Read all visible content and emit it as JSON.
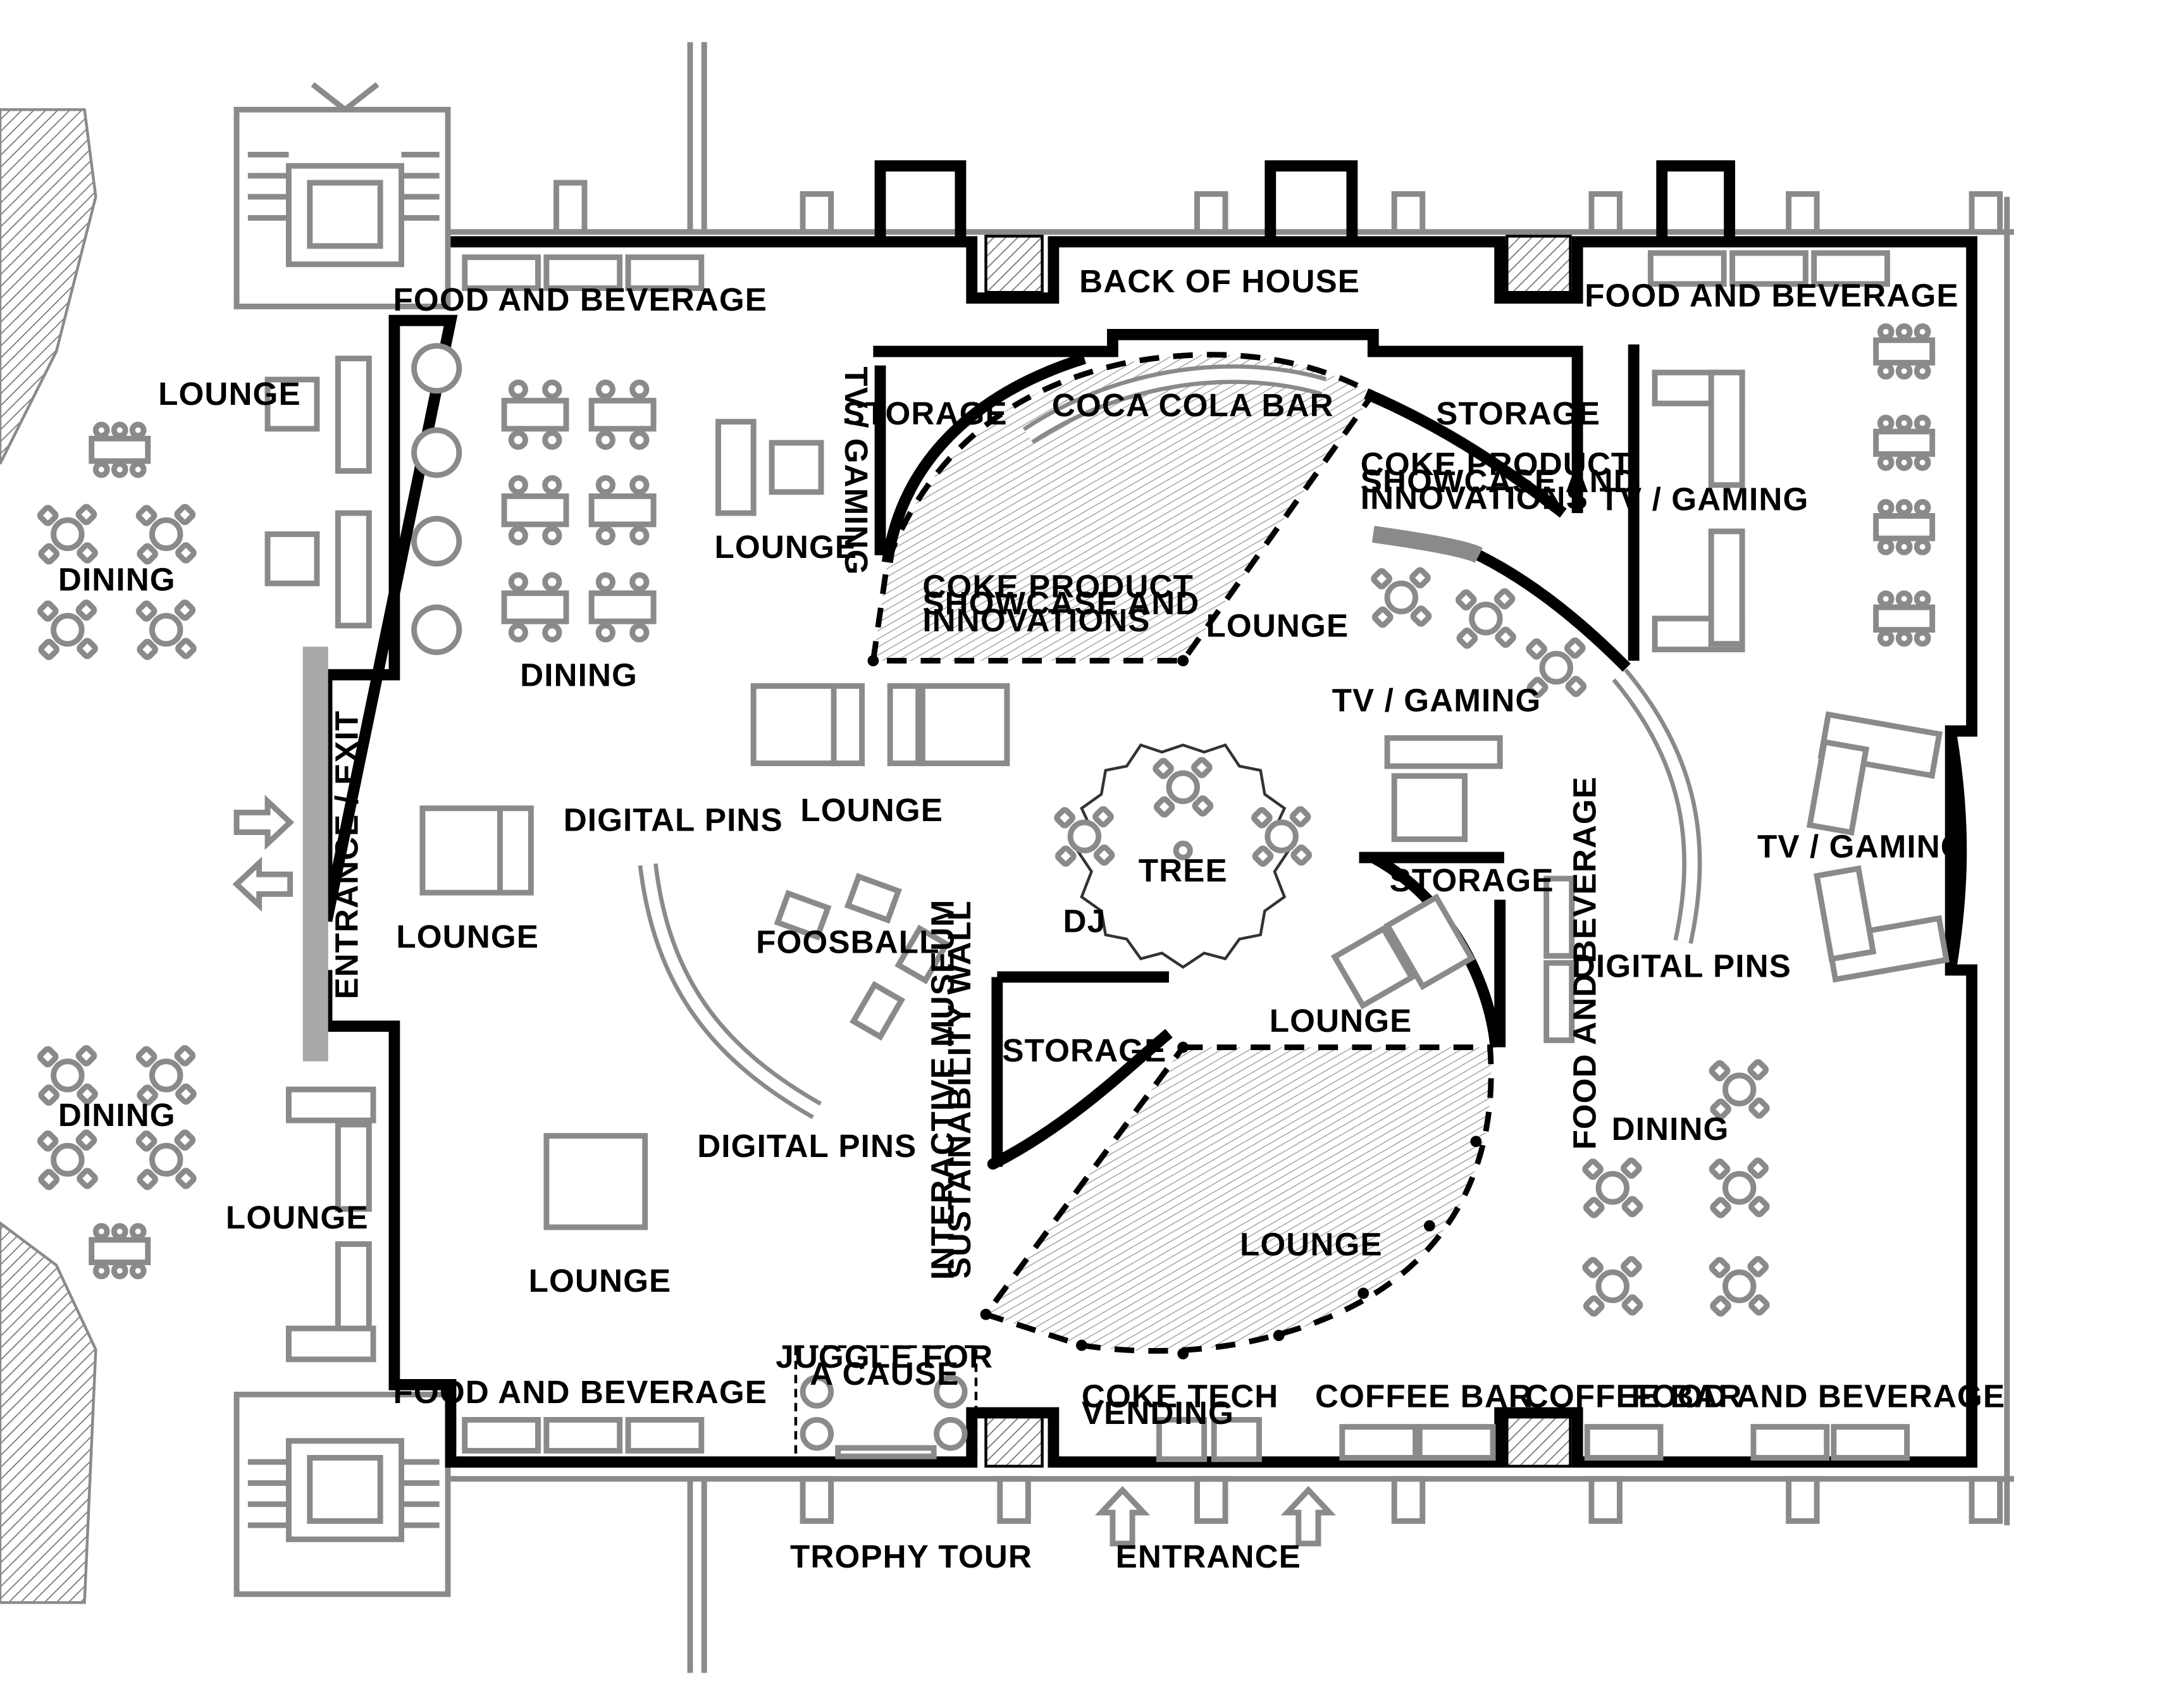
{
  "labels": {
    "back_of_house": "BACK OF HOUSE",
    "fb_top_left": "FOOD AND BEVERAGE",
    "fb_top_right": "FOOD AND BEVERAGE",
    "fb_bottom_left": "FOOD AND BEVERAGE",
    "fb_bottom_right": "FOOD AND BEVERAGE",
    "fb_right_vertical": "FOOD AND BEVERAGE",
    "lounge_outside": "LOUNGE",
    "dining_outside_top": "DINING",
    "dining_outside_bottom": "DINING",
    "lounge_top_mid": "LOUNGE",
    "tv_gaming_top_left": "TV / GAMING",
    "storage_top_left": "STORAGE",
    "coca_cola_bar": "COCA COLA BAR",
    "storage_top_right": "STORAGE",
    "coke_showcase_right_1": "COKE PRODUCT",
    "coke_showcase_right_2": "SHOWCASE AND",
    "coke_showcase_right_3": "INNOVATIONS",
    "coke_showcase_left_1": "COKE PRODUCT",
    "coke_showcase_left_2": "SHOWCASE AND",
    "coke_showcase_left_3": "INNOVATIONS",
    "tv_gaming_right_top": "TV / GAMING",
    "lounge_center_top": "LOUNGE",
    "dining_left": "DINING",
    "lounge_center_left": "LOUNGE",
    "tv_gaming_center": "TV / GAMING",
    "entrance_exit": "ENTRANCE / EXIT",
    "digital_pins_left_top": "DIGITAL PINS",
    "lounge_left_mid": "LOUNGE",
    "foosball": "FOOSBALL",
    "tree": "TREE",
    "storage_center": "STORAGE",
    "tv_gaming_right": "TV / GAMING",
    "dj": "DJ",
    "digital_pins_right": "DIGITAL PINS",
    "lounge_center_right": "LOUNGE",
    "storage_lower": "STORAGE",
    "museum_wall_1": "INTERACTIVE MUSEUM",
    "museum_wall_2": "SUSTAINABILITY WALL",
    "digital_pins_left_bottom": "DIGITAL PINS",
    "dining_right": "DINING",
    "lounge_left_lower": "LOUNGE",
    "lounge_left_bottom": "LOUNGE",
    "lounge_bottom_center": "LOUNGE",
    "juggle_1": "JUGGLE FOR",
    "juggle_2": "A CAUSE",
    "coke_tech_1": "COKE TECH",
    "coke_tech_2": "VENDING",
    "coffee_bar_1": "COFFEE BAR",
    "coffee_bar_2": "COFFEE BAR",
    "trophy_tour": "TROPHY TOUR",
    "entrance": "ENTRANCE"
  },
  "colors": {
    "wall": "#000000",
    "furniture": "#8a8a8a",
    "hatch": "#9a9a9a",
    "background": "#ffffff"
  }
}
